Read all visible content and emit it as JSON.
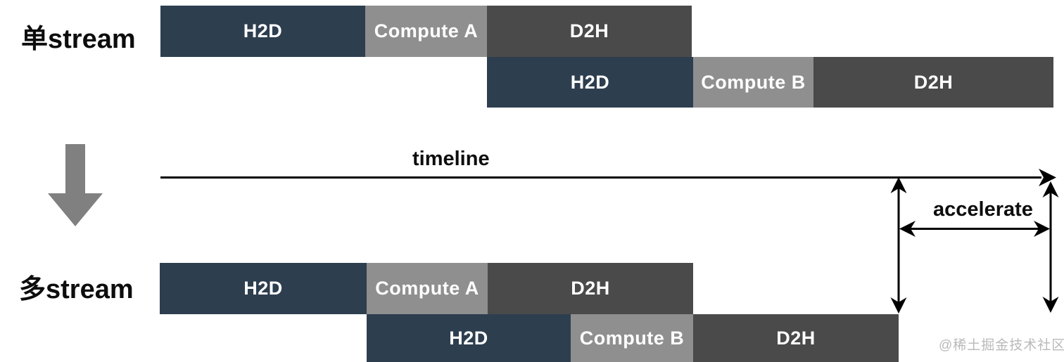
{
  "diagram": {
    "single_stream": {
      "label": "单stream",
      "rows": [
        {
          "bars": [
            {
              "label": "H2D"
            },
            {
              "label": "Compute A"
            },
            {
              "label": "D2H"
            }
          ]
        },
        {
          "bars": [
            {
              "label": "H2D"
            },
            {
              "label": "Compute B"
            },
            {
              "label": "D2H"
            }
          ]
        }
      ]
    },
    "multi_stream": {
      "label": "多stream",
      "rows": [
        {
          "bars": [
            {
              "label": "H2D"
            },
            {
              "label": "Compute A"
            },
            {
              "label": "D2H"
            }
          ]
        },
        {
          "bars": [
            {
              "label": "H2D"
            },
            {
              "label": "Compute B"
            },
            {
              "label": "D2H"
            }
          ]
        }
      ]
    },
    "timeline_label": "timeline",
    "accelerate_label": "accelerate",
    "watermark": "@稀土掘金技术社区",
    "colors": {
      "h2d": "#2d3e4f",
      "compute": "#8f8f8f",
      "d2h": "#4a4a4a",
      "transform_arrow": "#808080",
      "arrow": "#000000",
      "watermark": "#b9b9b9"
    }
  }
}
